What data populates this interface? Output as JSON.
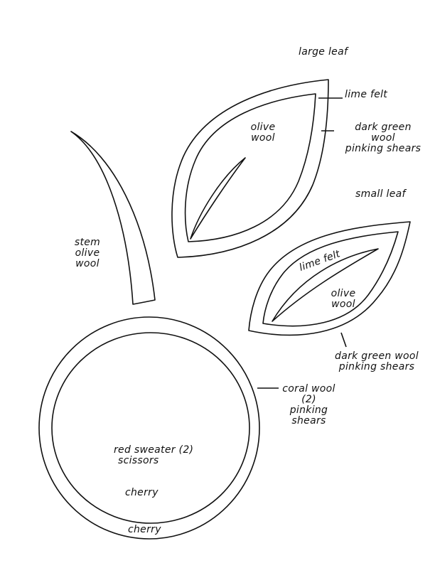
{
  "large_leaf": {
    "title": "large leaf",
    "outer_label": "lime felt",
    "inner_label": [
      "olive",
      "wool"
    ],
    "edge_label": [
      "dark green",
      "wool",
      "pinking shears"
    ]
  },
  "small_leaf": {
    "title": "small leaf",
    "vein_label": "lime felt",
    "inner_label": [
      "olive",
      "wool"
    ],
    "edge_label": [
      "dark green wool",
      "pinking shears"
    ]
  },
  "stem": {
    "label": [
      "stem",
      "olive",
      "wool"
    ]
  },
  "cherry": {
    "outer_label": [
      "coral wool",
      "(2)",
      "pinking",
      "shears"
    ],
    "inner_label": [
      "red sweater (2)",
      "scissors"
    ],
    "inner_name": "cherry",
    "outer_name": "cherry"
  }
}
